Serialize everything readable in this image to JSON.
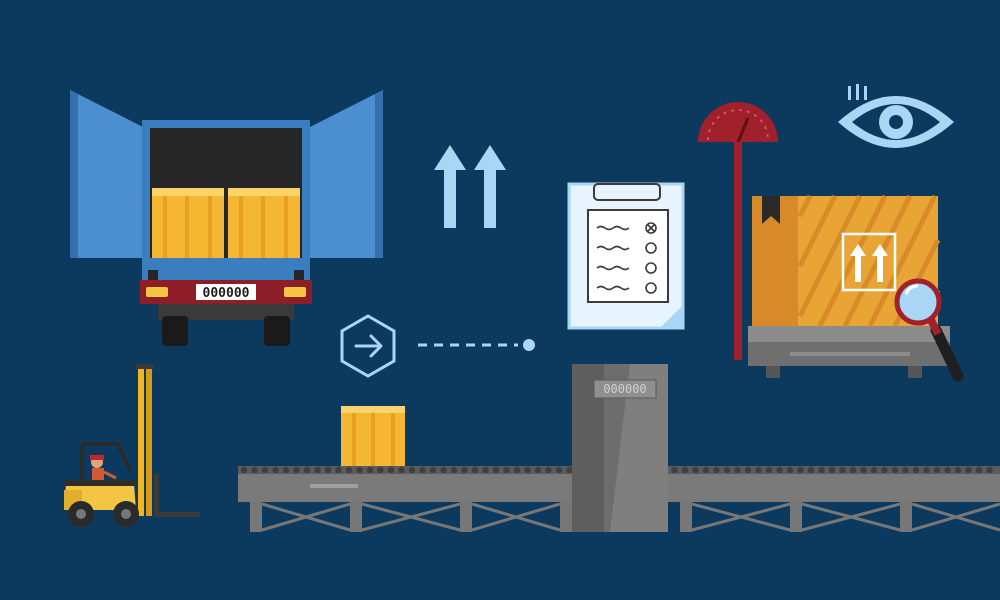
{
  "truck": {
    "plate": "000000"
  },
  "conveyor": {
    "counter": "000000"
  },
  "icons": {
    "up_arrows": "up-arrows-icon",
    "next_arrow": "arrow-right-hexagon-icon",
    "eye": "eye-icon",
    "magnifier": "magnifier-icon",
    "this_side_up": "this-side-up-icon"
  },
  "colors": {
    "background": "#0c3a5e",
    "truck_blue": "#3a7ebf",
    "crate_orange": "#f5b731",
    "box_orange": "#e39a2b",
    "scale_red": "#a0202b",
    "machine_grey": "#777777",
    "accent_light_blue": "#a9d6f5"
  },
  "checklist": {
    "items": 4,
    "checked": 1
  }
}
